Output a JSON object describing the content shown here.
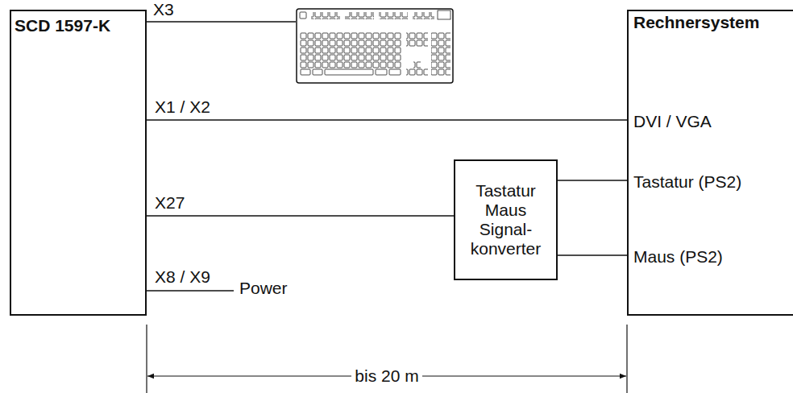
{
  "diagram": {
    "nodes": [
      {
        "text": [
          "SCD 1597-K"
        ]
      },
      {
        "text": [
          "Tastatur Maus Signal- konverter"
        ]
      },
      {
        "text": [
          "Rechnersystem",
          "DVI / VGA",
          "Tastatur (PS2)",
          "Maus (PS2)"
        ]
      }
    ],
    "edges": [
      {
        "from": 0,
        "to": 2,
        "arrow": "none",
        "label": "X1 / X2"
      },
      {
        "from": 0,
        "to": 1,
        "arrow": "none",
        "label": "X27"
      },
      {
        "from": 1,
        "to": 2,
        "arrow": "none"
      },
      {
        "from": 1,
        "to": 2,
        "arrow": "none"
      }
    ],
    "labels": [
      "X3",
      "X8 / X9",
      "Power",
      "bis 20 m"
    ]
  }
}
